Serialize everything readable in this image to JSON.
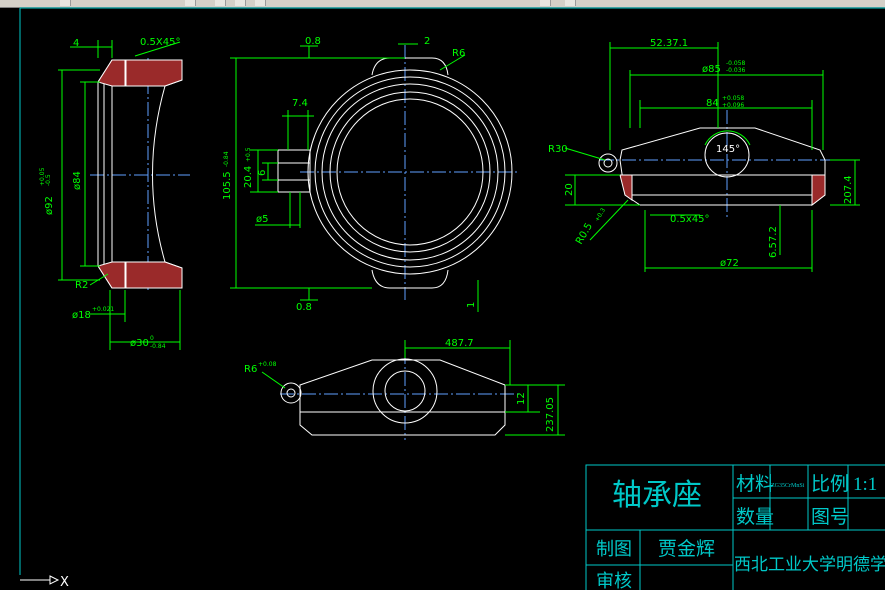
{
  "colors": {
    "background": "#000000",
    "outline": "#ffffff",
    "dimension": "#00ff00",
    "centerline": "#5f9fff",
    "hatch": "#9a2a2a",
    "titleblock": "#00c8c8",
    "toolbar": "#d4d0c8"
  },
  "left_view": {
    "top_width": "4",
    "chamfer": "0.5X45°",
    "outer_dia": "ø92",
    "outer_tol_upper": "+0.05",
    "outer_tol_lower": "-0.5",
    "inner_dia": "ø84",
    "radius": "R2",
    "bore_dia": "ø18",
    "bore_tol": "+0.021",
    "width_dia": "ø30",
    "width_tol_upper": "0",
    "width_tol_lower": "-0.84"
  },
  "front_view": {
    "roughness_top": "0.8",
    "slot_width": "2",
    "radius_r6": "R6",
    "lug_width": "7.4",
    "height": "105.5",
    "height_tol": "-0.84",
    "lug_height": "20.4",
    "lug_height_tol": "+0.5",
    "hole_small": "6",
    "hole_dia": "ø5",
    "roughness_bottom": "0.8",
    "offset": "1"
  },
  "right_view": {
    "total_length": "52.37.1",
    "bore_outer": "ø85",
    "bore_outer_tol_upper": "-0.058",
    "bore_outer_tol_lower": "-0.036",
    "bore_inner": "84",
    "bore_inner_tol_upper": "+0.058",
    "bore_inner_tol_lower": "+0.096",
    "radius_r30": "R30",
    "angle": "145°",
    "base_height": "20",
    "fillet": "R0.5",
    "fillet_tol": "+0.3",
    "chamfer": "0.5x45°",
    "side_height": "207.4",
    "inner_height": "6.57.2",
    "base_width": "ø72"
  },
  "bottom_view": {
    "length": "487.7",
    "radius": "R6",
    "radius_tol": "+0.08",
    "thickness": "12",
    "height": "237.05"
  },
  "title_block": {
    "part_name": "轴承座",
    "material_label": "材料",
    "material_value": "ZG35CrMnSi",
    "scale_label": "比例",
    "scale_value": "1:1",
    "quantity_label": "数量",
    "drawing_no_label": "图号",
    "drawn_label": "制图",
    "drawn_by": "贾金辉",
    "org": "西北工业大学明德学院",
    "checked_label": "审核"
  },
  "ucs": {
    "x_axis": "X"
  }
}
